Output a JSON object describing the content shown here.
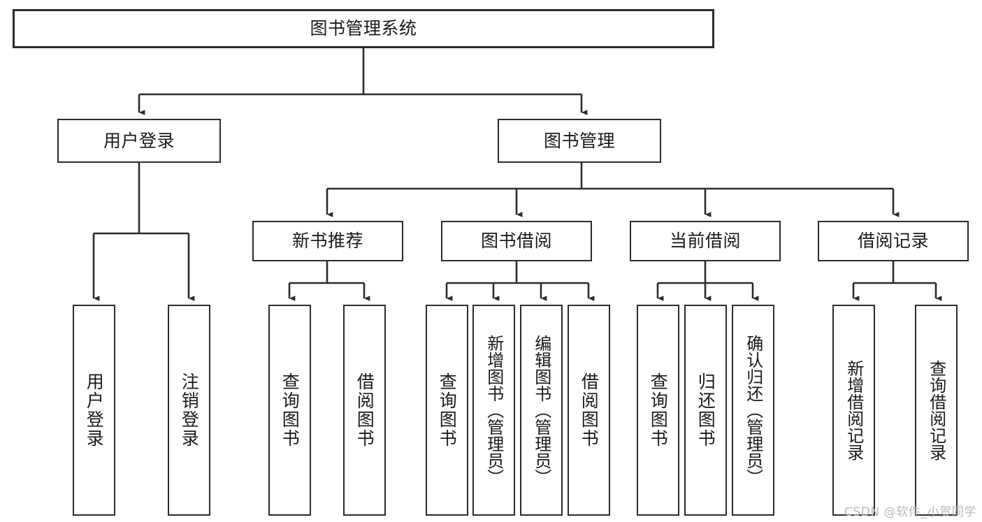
{
  "diagram": {
    "title": "图书管理系统",
    "type": "tree",
    "watermark": "CSDN @软件_小贺同学",
    "colors": {
      "stroke": "#2b2b2b",
      "fill": "#ffffff",
      "text": "#1a1a1a",
      "watermark": "#b9b9b9"
    },
    "levels": [
      {
        "level": 1,
        "nodes": [
          {
            "id": "root",
            "label": "图书管理系统",
            "orientation": "horizontal"
          }
        ]
      },
      {
        "level": 2,
        "nodes": [
          {
            "id": "user-login",
            "label": "用户登录",
            "orientation": "horizontal",
            "parent": "root"
          },
          {
            "id": "book-manage",
            "label": "图书管理",
            "orientation": "horizontal",
            "parent": "root"
          }
        ]
      },
      {
        "level": 3,
        "nodes": [
          {
            "id": "new-book-recommend",
            "label": "新书推荐",
            "orientation": "horizontal",
            "parent": "book-manage"
          },
          {
            "id": "book-borrow",
            "label": "图书借阅",
            "orientation": "horizontal",
            "parent": "book-manage"
          },
          {
            "id": "current-borrow",
            "label": "当前借阅",
            "orientation": "horizontal",
            "parent": "book-manage"
          },
          {
            "id": "borrow-record",
            "label": "借阅记录",
            "orientation": "horizontal",
            "parent": "book-manage"
          }
        ]
      },
      {
        "level": 4,
        "nodes": [
          {
            "id": "leaf-user-login",
            "label": "用户登录",
            "orientation": "vertical",
            "parent": "user-login"
          },
          {
            "id": "leaf-user-logout",
            "label": "注销登录",
            "orientation": "vertical",
            "parent": "user-login"
          },
          {
            "id": "leaf-query-book-1",
            "label": "查询图书",
            "orientation": "vertical",
            "parent": "new-book-recommend"
          },
          {
            "id": "leaf-borrow-book-1",
            "label": "借阅图书",
            "orientation": "vertical",
            "parent": "new-book-recommend"
          },
          {
            "id": "leaf-query-book-2",
            "label": "查询图书",
            "orientation": "vertical",
            "parent": "book-borrow"
          },
          {
            "id": "leaf-add-book",
            "label": "新增图书（管理员）",
            "orientation": "vertical",
            "parent": "book-borrow"
          },
          {
            "id": "leaf-edit-book",
            "label": "编辑图书（管理员）",
            "orientation": "vertical",
            "parent": "book-borrow"
          },
          {
            "id": "leaf-borrow-book-2",
            "label": "借阅图书",
            "orientation": "vertical",
            "parent": "book-borrow"
          },
          {
            "id": "leaf-query-book-3",
            "label": "查询图书",
            "orientation": "vertical",
            "parent": "current-borrow"
          },
          {
            "id": "leaf-return-book",
            "label": "归还图书",
            "orientation": "vertical",
            "parent": "current-borrow"
          },
          {
            "id": "leaf-confirm-return",
            "label": "确认归还（管理员）",
            "orientation": "vertical",
            "parent": "current-borrow"
          },
          {
            "id": "leaf-add-record",
            "label": "新增借阅记录",
            "orientation": "vertical",
            "parent": "borrow-record"
          },
          {
            "id": "leaf-query-record",
            "label": "查询借阅记录",
            "orientation": "vertical",
            "parent": "borrow-record"
          }
        ]
      }
    ]
  }
}
